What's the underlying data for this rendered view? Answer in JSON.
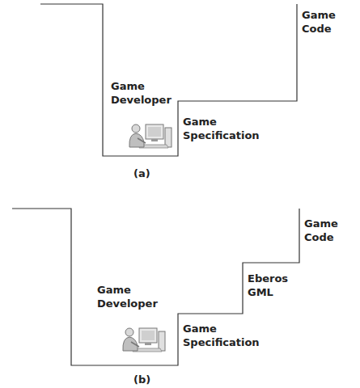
{
  "diagram": {
    "labels": [
      "Game Code",
      "Game Developer",
      "Game Specification",
      "(a)",
      "Game Code",
      "Eberos GML",
      "Game Developer",
      "Game Specification",
      "(b)"
    ]
  }
}
